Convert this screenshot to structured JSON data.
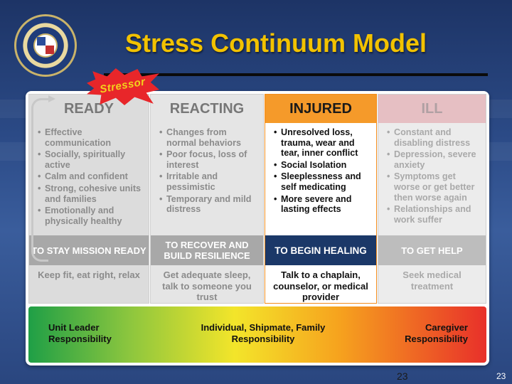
{
  "slide": {
    "title": "Stress Continuum Model",
    "stressor_label": "Stressor",
    "page_number": "23",
    "page_number_corner": "23"
  },
  "columns": [
    {
      "title": "READY",
      "bullets": [
        "Effective communication",
        "Socially, spiritually active",
        "Calm and confident",
        "Strong, cohesive units and families",
        "Emotionally and physically healthy"
      ],
      "band": "TO STAY MISSION READY",
      "advice": "Keep fit, eat right, relax"
    },
    {
      "title": "REACTING",
      "bullets": [
        "Changes from normal behaviors",
        "Poor focus, loss of interest",
        "Irritable and pessimistic",
        "Temporary and mild distress"
      ],
      "band": "TO RECOVER AND BUILD RESILIENCE",
      "advice": "Get adequate sleep, talk to someone you trust"
    },
    {
      "title": "INJURED",
      "bullets": [
        "Unresolved loss, trauma, wear and tear, inner conflict",
        "Social Isolation",
        "Sleeplessness and self medicating",
        "More severe and lasting effects"
      ],
      "band": "TO BEGIN HEALING",
      "advice": "Talk to a chaplain, counselor, or medical provider"
    },
    {
      "title": "ILL",
      "bullets": [
        "Constant and disabling distress",
        "Depression, severe anxiety",
        "Symptoms get worse or get better then worse again",
        "Relationships and work suffer"
      ],
      "band": "TO GET HELP",
      "advice": "Seek medical treatment"
    }
  ],
  "responsibility": {
    "left": "Unit Leader Responsibility",
    "middle": "Individual, Shipmate, Family Responsibility",
    "right": "Caregiver Responsibility"
  }
}
